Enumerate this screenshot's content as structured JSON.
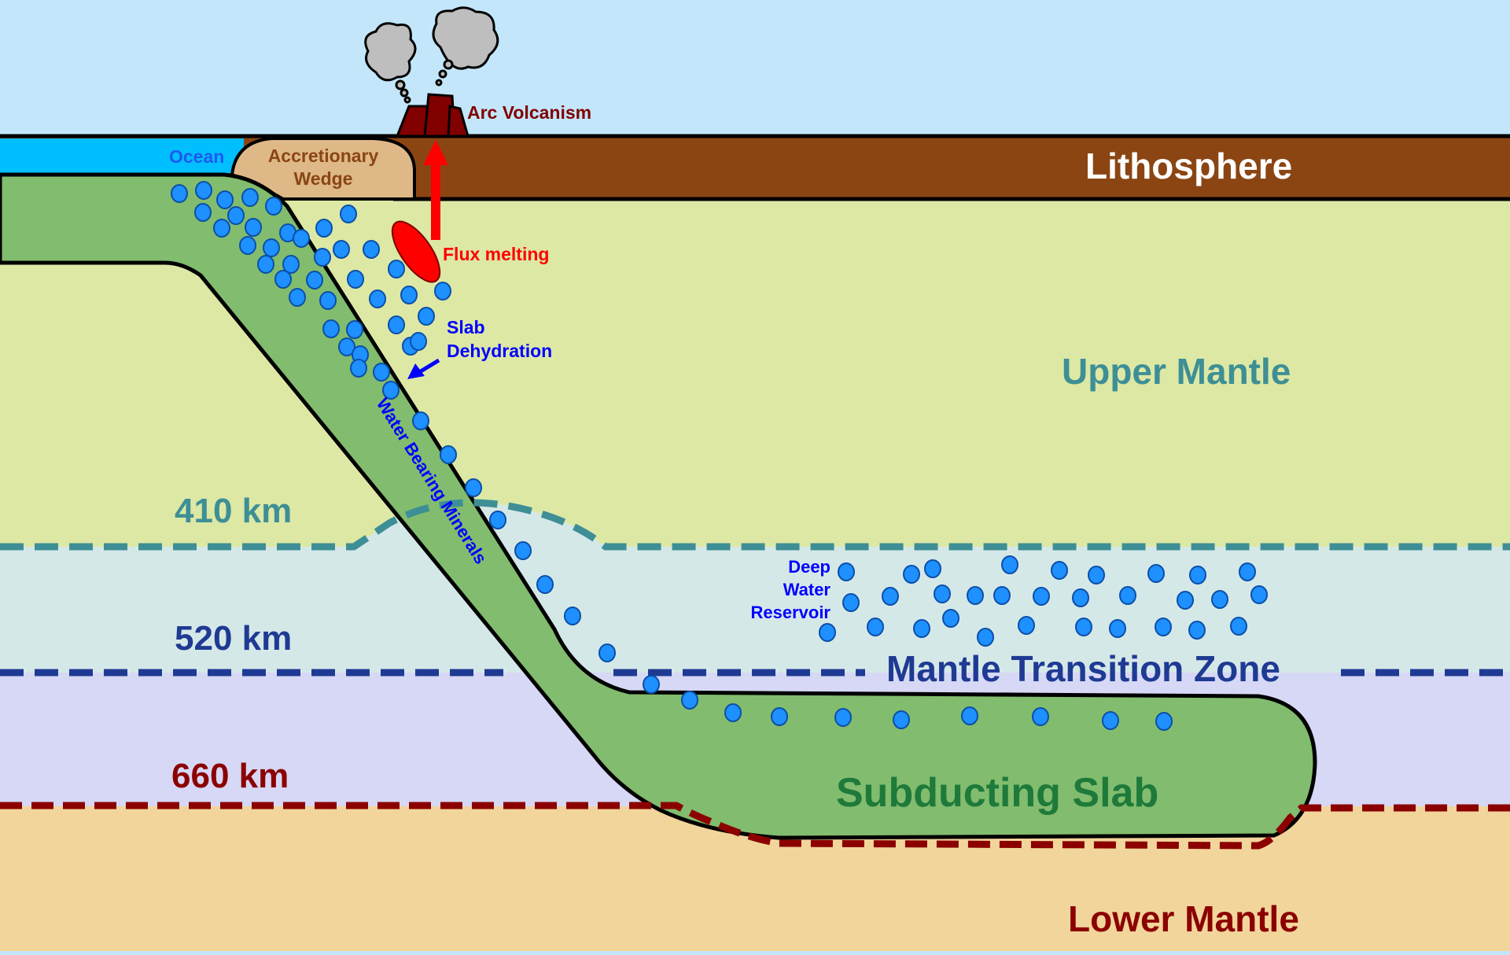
{
  "title": "Subduction zone water cycle diagram",
  "colors": {
    "sky": "#c3e6fa",
    "ocean": "#00bfff",
    "lithosphere": "#8b4513",
    "accretionary_wedge": "#deb887",
    "upper_mantle": "#dde8a5",
    "transition_upper": "#d5e8e8",
    "transition_lower": "#d6d8f5",
    "lower_mantle": "#f2d59b",
    "slab": "#82bc6e",
    "water": "#1e90ff",
    "magma": "#ff0000",
    "volcano": "#800000",
    "smoke": "#bebebe",
    "line_410": "#3e8f95",
    "line_520": "#1f3a93",
    "line_660": "#8b0000"
  },
  "labels": {
    "arc_volcanism": "Arc Volcanism",
    "lithosphere": "Lithosphere",
    "ocean": "Ocean",
    "accretionary_wedge_line1": "Accretionary",
    "accretionary_wedge_line2": "Wedge",
    "flux_melting": "Flux melting",
    "slab_dehydration_line1": "Slab",
    "slab_dehydration_line2": "Dehydration",
    "upper_mantle": "Upper Mantle",
    "water_bearing_minerals": "Water Bearing Minerals",
    "depth_410": "410 km",
    "depth_520": "520 km",
    "depth_660": "660 km",
    "deep_water_line1": "Deep",
    "deep_water_line2": "Water",
    "deep_water_line3": "Reservoir",
    "mantle_transition_zone": "Mantle Transition Zone",
    "subducting_slab": "Subducting Slab",
    "lower_mantle": "Lower Mantle"
  }
}
